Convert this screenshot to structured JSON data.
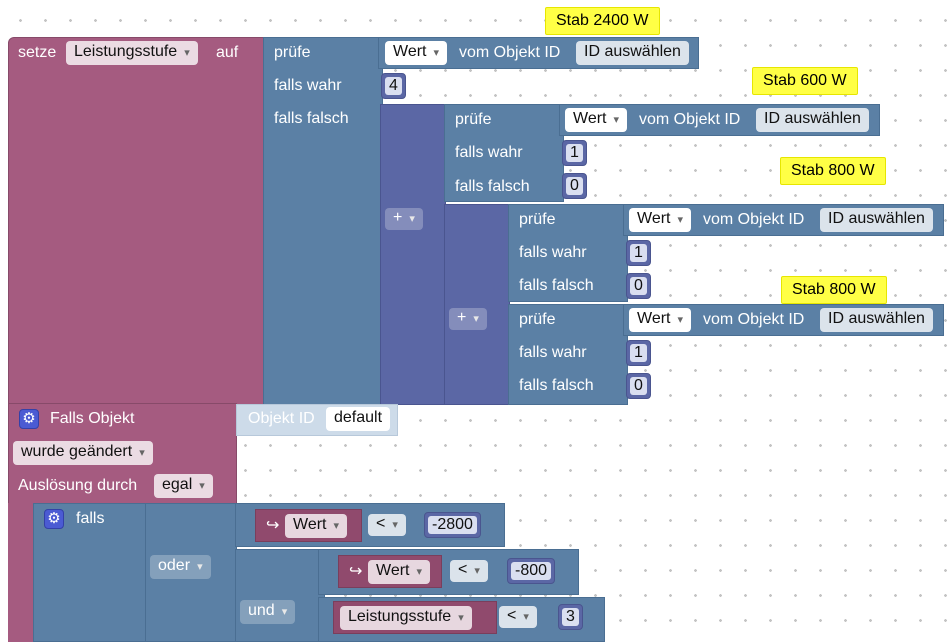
{
  "notes": {
    "stab_a": "Stab 2400 W",
    "stab_b": "Stab 600 W",
    "stab_c": "Stab 800 W",
    "stab_d": "Stab 800 W"
  },
  "set_block": {
    "setze": "setze",
    "variable": "Leistungsstufe",
    "auf": "auf"
  },
  "ternary": {
    "check": "prüfe",
    "if_true": "falls wahr",
    "if_false": "falls falsch"
  },
  "getter": {
    "value": "Wert",
    "from_object": "vom Objekt ID",
    "select_id": "ID auswählen"
  },
  "numbers": {
    "n4": "4",
    "n1a": "1",
    "n0a": "0",
    "n1b": "1",
    "n0b": "0",
    "n1c": "1",
    "n0c": "0",
    "neg2800": "-2800",
    "neg800": "-800",
    "n3": "3"
  },
  "math": {
    "plus": "+"
  },
  "trigger": {
    "title": "Falls Objekt",
    "object_id_label": "Objekt ID",
    "object_id_value": "default",
    "changed": "wurde geändert",
    "triggered_by": "Auslösung durch",
    "any": "egal"
  },
  "condition": {
    "if": "falls",
    "or": "oder",
    "and": "und",
    "compare_lt": "<",
    "value": "Wert",
    "variable": "Leistungsstufe",
    "arrow_icon": "↪"
  },
  "icons": {
    "gear": "⚙"
  }
}
